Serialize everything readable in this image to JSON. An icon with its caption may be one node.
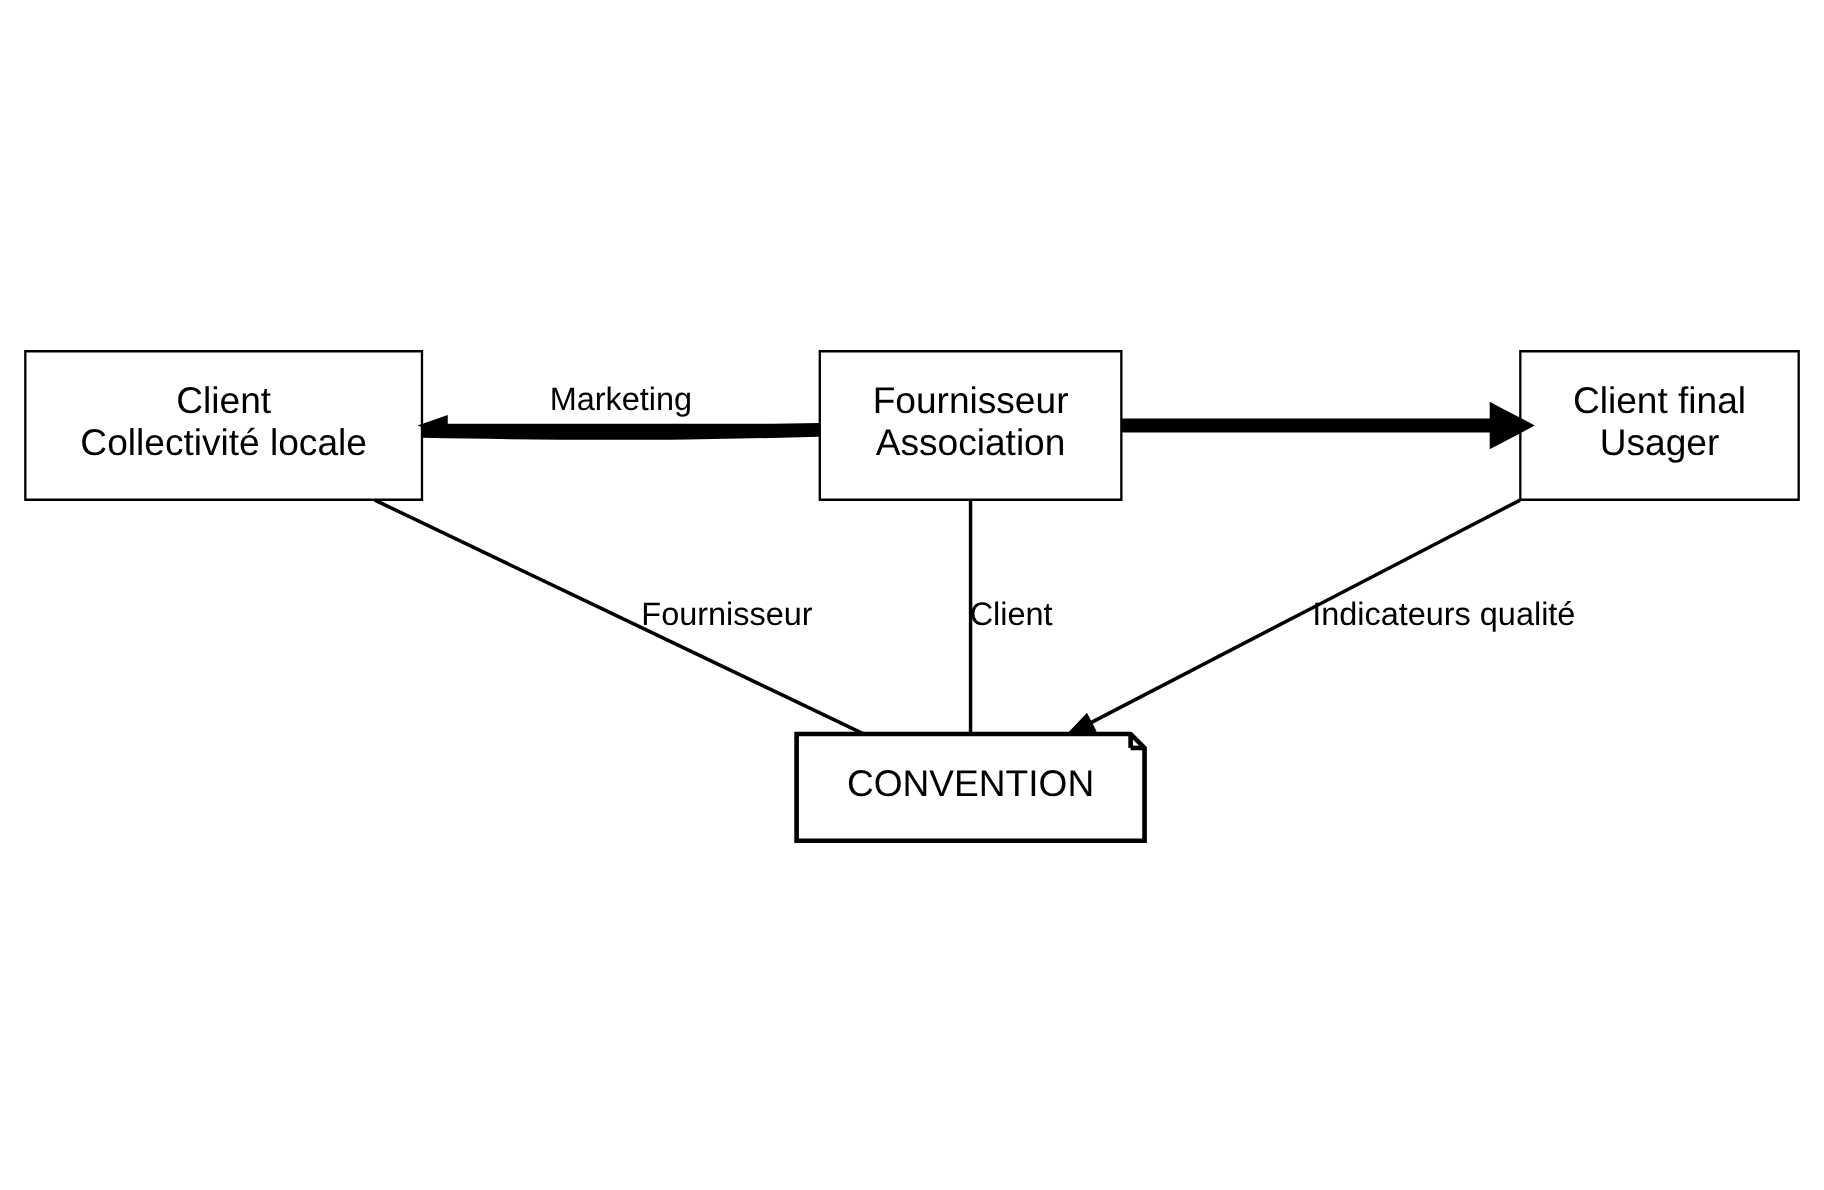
{
  "diagram": {
    "nodes": [
      {
        "text": [
          "Client",
          "Collectivité locale"
        ]
      },
      {
        "text": [
          "Fournisseur",
          "Association"
        ]
      },
      {
        "text": [
          "Client final",
          "Usager"
        ]
      },
      {
        "text": [
          "CONVENTION"
        ]
      }
    ],
    "edges": [
      {
        "from": 1,
        "to": 0,
        "arrow": "to",
        "label": "Marketing"
      },
      {
        "from": 0,
        "to": 1,
        "arrow": "none",
        "style": "thick"
      },
      {
        "from": 1,
        "to": 2,
        "arrow": "to",
        "style": "thick"
      },
      {
        "from": 0,
        "to": 3,
        "arrow": "none",
        "label": "Fournisseur"
      },
      {
        "from": 1,
        "to": 3,
        "arrow": "none",
        "label": "Client"
      },
      {
        "from": 2,
        "to": 3,
        "arrow": "to",
        "label": "Indicateurs qualité"
      }
    ]
  }
}
